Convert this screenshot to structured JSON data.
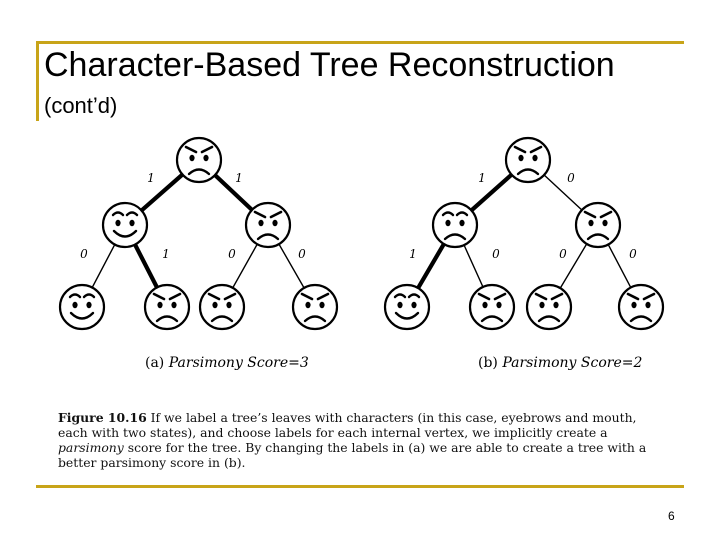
{
  "slide": {
    "title": "Character-Based Tree Reconstruction",
    "subtitle": "(cont’d)",
    "page_number": "6",
    "accent_color": "#c8a418"
  },
  "figure": {
    "panels": [
      {
        "caption_letter": "(a)",
        "caption_text": "Parsimony Score=3",
        "edge_labels": [
          "1",
          "1",
          "0",
          "1",
          "0",
          "0"
        ],
        "root": {
          "brows": "angry",
          "mouth": "frown"
        },
        "internal": [
          {
            "brows": "happy",
            "mouth": "smile",
            "edge_from_root": "thick"
          },
          {
            "brows": "angry",
            "mouth": "frown",
            "edge_from_root": "thick"
          }
        ],
        "leaves": [
          {
            "brows": "happy",
            "mouth": "smile",
            "edge_style": "thin"
          },
          {
            "brows": "angry",
            "mouth": "frown",
            "edge_style": "thick"
          },
          {
            "brows": "angry",
            "mouth": "frown",
            "edge_style": "thin"
          },
          {
            "brows": "angry",
            "mouth": "frown",
            "edge_style": "thin"
          }
        ]
      },
      {
        "caption_letter": "(b)",
        "caption_text": "Parsimony Score=2",
        "edge_labels": [
          "1",
          "0",
          "1",
          "0",
          "0",
          "0"
        ],
        "root": {
          "brows": "angry",
          "mouth": "frown"
        },
        "internal": [
          {
            "brows": "happy",
            "mouth": "frown",
            "edge_from_root": "thick"
          },
          {
            "brows": "angry",
            "mouth": "frown",
            "edge_from_root": "thin"
          }
        ],
        "leaves": [
          {
            "brows": "happy",
            "mouth": "smile",
            "edge_style": "thick"
          },
          {
            "brows": "angry",
            "mouth": "frown",
            "edge_style": "thin"
          },
          {
            "brows": "angry",
            "mouth": "frown",
            "edge_style": "thin"
          },
          {
            "brows": "angry",
            "mouth": "frown",
            "edge_style": "thin"
          }
        ]
      }
    ],
    "caption": {
      "label": "Figure 10.16",
      "part1": " If we label a tree’s leaves with characters (in this case, eyebrows and mouth, each with two states), and choose labels for each internal vertex, we implicitly create a ",
      "emph": "parsimony",
      "part2": " score for the tree. By changing the labels in (a) we are able to create a tree with a better parsimony score in (b)."
    }
  }
}
